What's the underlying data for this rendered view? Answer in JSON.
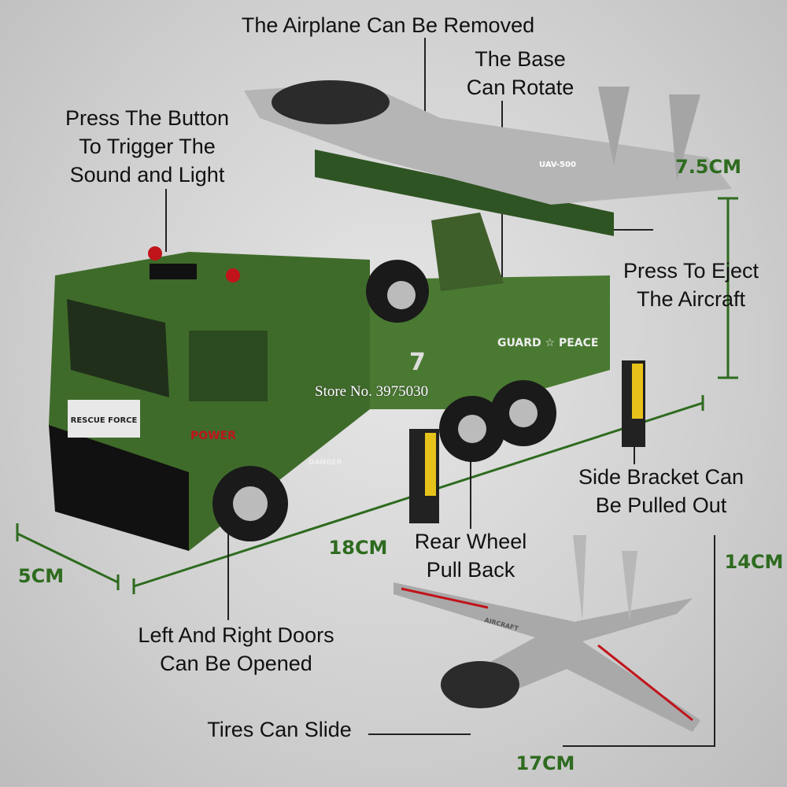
{
  "annotations": {
    "airplane_removed": "The Airplane Can Be Removed",
    "base_rotate": "The Base\nCan Rotate",
    "button_sound": "Press The Button\nTo Trigger The\nSound and Light",
    "eject": "Press To Eject\nThe Aircraft",
    "side_bracket": "Side Bracket Can\nBe Pulled Out",
    "rear_wheel": "Rear Wheel\nPull Back",
    "doors": "Left And Right Doors\nCan Be Opened",
    "tires": "Tires Can Slide"
  },
  "dimensions": {
    "truck_height": "7.5CM",
    "truck_length": "18CM",
    "truck_width": "5CM",
    "plane_length": "14CM",
    "plane_wingspan": "17CM"
  },
  "watermark": "Store No. 3975030",
  "product_markings": {
    "rescue": "RESCUE FORCE",
    "power": "POWER",
    "guard": "GUARD ☆ PEACE",
    "uav": "UAV-500",
    "number": "7",
    "danger": "DANGER",
    "aircraft": "AIRCRAFT"
  },
  "colors": {
    "dimension_green": "#2e6b1f",
    "camo_green": "#3f6b2a",
    "plane_silver": "#a9a9a9"
  }
}
